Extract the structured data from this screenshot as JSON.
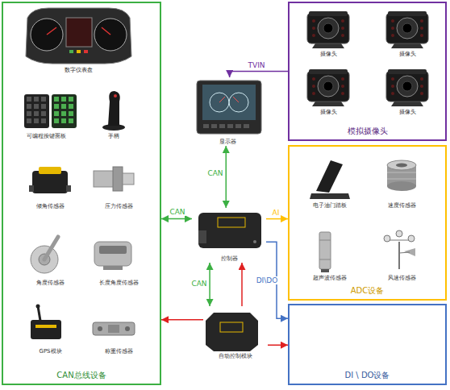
{
  "diagram": {
    "nodes": [
      {
        "text": [
          "CAN总线设备"
        ]
      },
      {
        "text": [
          "数字仪表盘"
        ],
        "in": 0
      },
      {
        "text": [
          "可编程按键面板"
        ],
        "in": 0
      },
      {
        "text": [
          "手柄"
        ],
        "in": 0
      },
      {
        "text": [
          "倾角传感器"
        ],
        "in": 0
      },
      {
        "text": [
          "压力传感器"
        ],
        "in": 0
      },
      {
        "text": [
          "角度传感器"
        ],
        "in": 0
      },
      {
        "text": [
          "长度角度传感器"
        ],
        "in": 0
      },
      {
        "text": [
          "GPS模块"
        ],
        "in": 0
      },
      {
        "text": [
          "称重传感器"
        ],
        "in": 0
      },
      {
        "text": [
          "模拟摄像头"
        ]
      },
      {
        "text": [
          "摄像头"
        ],
        "in": 10
      },
      {
        "text": [
          "摄像头"
        ],
        "in": 10
      },
      {
        "text": [
          "摄像头"
        ],
        "in": 10
      },
      {
        "text": [
          "摄像头"
        ],
        "in": 10
      },
      {
        "text": [
          "显示器"
        ]
      },
      {
        "text": [
          "控制器"
        ]
      },
      {
        "text": [
          "ADC设备"
        ]
      },
      {
        "text": [
          "电子油门踏板"
        ],
        "in": 17
      },
      {
        "text": [
          "速度传感器"
        ],
        "in": 17
      },
      {
        "text": [
          "超声波传感器"
        ],
        "in": 17
      },
      {
        "text": [
          "风速传感器"
        ],
        "in": 17
      },
      {
        "text": [
          "自动控制模块"
        ]
      },
      {
        "text": [
          "DI \\ DO设备"
        ]
      }
    ],
    "edges": [
      {
        "from": 10,
        "to": 15,
        "label": "TVIN",
        "arrow": "to"
      },
      {
        "from": 15,
        "to": 16,
        "label": "CAN",
        "arrow": "both"
      },
      {
        "from": 16,
        "to": 0,
        "label": "CAN",
        "arrow": "both"
      },
      {
        "from": 16,
        "to": 17,
        "label": "AI",
        "arrow": "to"
      },
      {
        "from": 16,
        "to": 23,
        "label": "DI\\DO",
        "arrow": "to"
      },
      {
        "from": 16,
        "to": 22,
        "label": "CAN",
        "arrow": "both"
      },
      {
        "from": 22,
        "to": 16,
        "arrow": "to"
      },
      {
        "from": 22,
        "to": 0,
        "arrow": "to"
      },
      {
        "from": 22,
        "to": 23,
        "arrow": "to"
      }
    ]
  }
}
